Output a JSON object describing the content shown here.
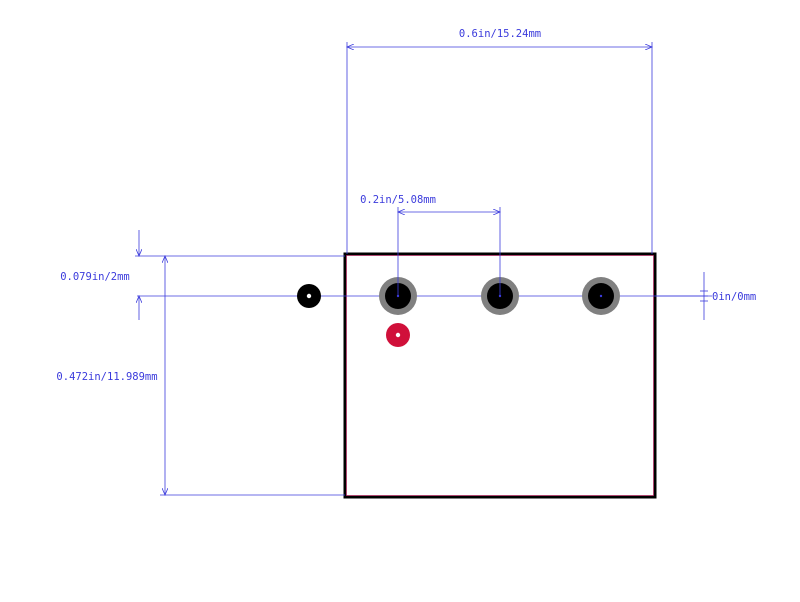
{
  "dimensions": {
    "overall_width": "0.6in/15.24mm",
    "pin_pitch": "0.2in/5.08mm",
    "top_offset": "0.079in/2mm",
    "body_height": "0.472in/11.989mm",
    "side_offset": "0in/0mm"
  },
  "colors": {
    "background": "#ffffff",
    "dimension_line": "#3b3bdc",
    "dimension_text": "#3b3bdc",
    "body_outline": "#000000",
    "body_outline_inner": "#c0306a",
    "pad_ring": "#808080",
    "pad_hole": "#000000",
    "pin1_marker": "#d0103a",
    "mounting_hole": "#000000"
  },
  "icons": {
    "pad": "plated-through-hole-icon",
    "pin1": "pin-one-marker-icon",
    "mount": "mounting-hole-icon"
  }
}
